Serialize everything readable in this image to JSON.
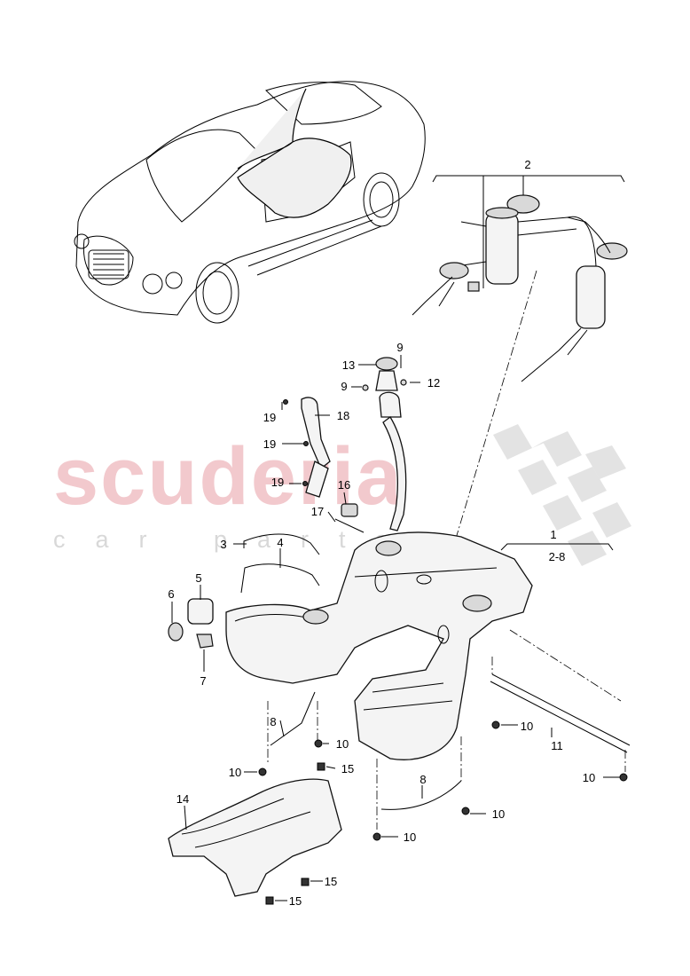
{
  "watermark": {
    "brand": "scuderia",
    "sub": "car parts"
  },
  "colors": {
    "watermark_red": "#f2c9cd",
    "watermark_grey": "#d8d8d8",
    "line": "#000000"
  },
  "callouts": {
    "c1": "1",
    "c1_range": "2-8",
    "c2": "2",
    "c3": "3",
    "c4": "4",
    "c5": "5",
    "c6": "6",
    "c7": "7",
    "c8a": "8",
    "c8b": "8",
    "c9a": "9",
    "c9b": "9",
    "c10a": "10",
    "c10b": "10",
    "c10c": "10",
    "c10d": "10",
    "c10e": "10",
    "c10f": "10",
    "c11": "11",
    "c12": "12",
    "c13": "13",
    "c14": "14",
    "c15a": "15",
    "c15b": "15",
    "c15c": "15",
    "c16": "16",
    "c17": "17",
    "c18": "18",
    "c19a": "19",
    "c19b": "19",
    "c19c": "19"
  }
}
